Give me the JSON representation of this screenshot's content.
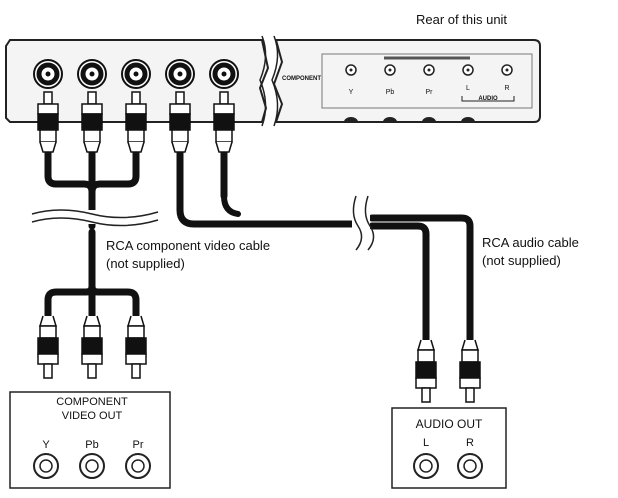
{
  "rear_label": "Rear of this unit",
  "unit_panel": {
    "section_label": "COMPONENT",
    "jacks": [
      "Y",
      "Pb",
      "Pr",
      "L",
      "R"
    ],
    "audio_label": "AUDIO"
  },
  "component_cable_label": [
    "RCA component video cable",
    "(not supplied)"
  ],
  "audio_cable_label": [
    "RCA audio cable",
    "(not supplied)"
  ],
  "component_box": {
    "title": [
      "COMPONENT",
      "VIDEO OUT"
    ],
    "jacks": [
      "Y",
      "Pb",
      "Pr"
    ]
  },
  "audio_box": {
    "title": "AUDIO OUT",
    "jacks": [
      "L",
      "R"
    ]
  }
}
